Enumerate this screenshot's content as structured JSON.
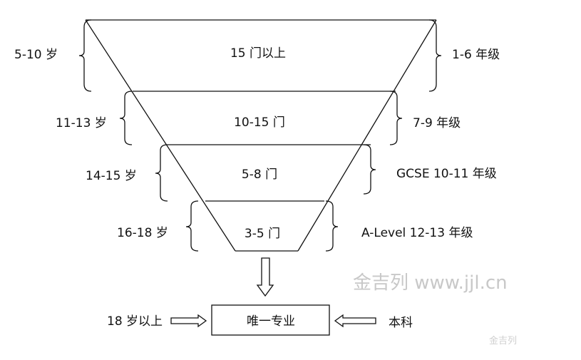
{
  "levels": [
    {
      "age": "5-10 岁",
      "subjects": "15 门以上",
      "grade": "1-6 年级"
    },
    {
      "age": "11-13 岁",
      "subjects": "10-15 门",
      "grade": "7-9 年级"
    },
    {
      "age": "14-15 岁",
      "subjects": "5-8 门",
      "grade": "GCSE 10-11 年级"
    },
    {
      "age": "16-18 岁",
      "subjects": "3-5 门",
      "grade": "A-Level 12-13 年级"
    }
  ],
  "result": {
    "box": "唯一专业",
    "left": "18 岁以上",
    "right": "本科"
  },
  "watermark": "金吉列 www.jjl.cn",
  "logo": "金吉列"
}
